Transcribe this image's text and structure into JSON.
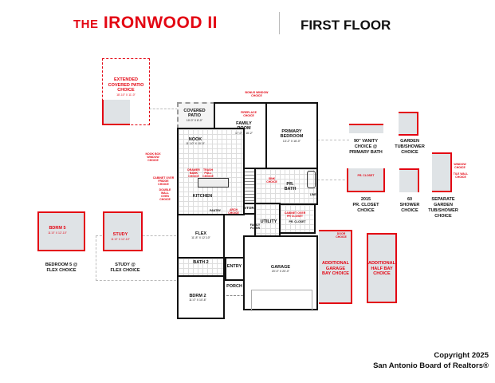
{
  "header": {
    "plan_name_prefix": "THE",
    "plan_name": "IRONWOOD II",
    "floor": "FIRST FLOOR"
  },
  "rooms": {
    "covered_patio": {
      "name": "COVERED\nPATIO",
      "dim": "10'-0\" X 8'-0\""
    },
    "family_room": {
      "name": "FAMILY\nROOM",
      "dim": "17'-0\" X 16'-2\""
    },
    "primary_bedroom": {
      "name": "PRIMARY\nBEDROOM",
      "dim": "13'-2\" X 16'-0\""
    },
    "nook": {
      "name": "NOOK",
      "dim": "11'-10\" X 10'-0\""
    },
    "kitchen": {
      "name": "KITCHEN"
    },
    "pr_bath": {
      "name": "PR.\nBATH"
    },
    "stor": {
      "name": "STOR."
    },
    "utility": {
      "name": "UTILITY"
    },
    "family_foyer": {
      "name": "FAMILY\nFOYER"
    },
    "pr_closet": {
      "name": "PR. CLOSET"
    },
    "pantry": {
      "name": "PANTRY"
    },
    "flex": {
      "name": "FLEX",
      "dim": "11'-8\" X 12'-10\""
    },
    "bath2": {
      "name": "BATH 2"
    },
    "bdrm2": {
      "name": "BDRM 2",
      "dim": "11'-0\" X 10'-6\""
    },
    "entry": {
      "name": "ENTRY"
    },
    "porch": {
      "name": "PORCH"
    },
    "garage": {
      "name": "GARAGE",
      "dim": "20'-0\" X 20'-0\""
    },
    "linen": {
      "name": "LINEN"
    }
  },
  "options": {
    "extended_patio": {
      "name": "EXTENDED\nCOVERED PATIO\nCHOICE",
      "dim": "18'-10\" X 11'-0\""
    },
    "bedroom5": {
      "name": "BDRM 5",
      "dim": "11'-8\" X 12'-10\"",
      "caption": "BEDROOM 5 @\nFLEX CHOICE"
    },
    "study": {
      "name": "STUDY",
      "dim": "11'-8\" X 12'-10\"",
      "caption": "STUDY @\nFLEX CHOICE"
    },
    "vanity": {
      "caption": "90\" VANITY\nCHOICE @\nPRIMARY BATH"
    },
    "garden_tub": {
      "caption": "GARDEN\nTUB/SHOWER\nCHOICE"
    },
    "pr_closet_2015": {
      "label": "PR. CLOSET",
      "caption": "2015\nPR. CLOSET\nCHOICE"
    },
    "shower60": {
      "caption": "60\nSHOWER\nCHOICE"
    },
    "separate_tub": {
      "caption": "SEPARATE\nGARDEN\nTUB/SHOWER\nCHOICE",
      "note1": "WINDOW\nCHOICE",
      "note2": "TILE WALL\nCHOICE"
    },
    "additional_garage": {
      "name": "ADDITIONAL\nGARAGE\nBAY CHOICE",
      "note": "DOOR\nCHOICE"
    },
    "half_bay": {
      "name": "ADDITIONAL\nHALF BAY\nCHOICE"
    }
  },
  "notes": {
    "bonus_window": "BONUS WINDOW\nCHOICE",
    "fireplace": "FIREPLACE\nCHOICE",
    "nook_window": "NOOK BOX\nWINDOW\nCHOICE",
    "drawer_bank": "DRAWER\nBANK\nCHOICE",
    "trash_pull": "TRASH\nPULL\nCHOICE",
    "cabinet_choice": "CABINET OVER\nFRIDGE\nCHOICE",
    "double_oven": "DOUBLE\nWALL\nOVEN\nCHOICE",
    "arch": "ARCH\nCHOICE",
    "sink": "SINK\nCHOICE",
    "cabinet_closet": "CABINET OVER\nPR CLOSET"
  },
  "copyright": {
    "line1": "Copyright 2025",
    "line2": "San Antonio Board of Realtors®"
  },
  "colors": {
    "accent": "#e30613",
    "wall": "#111111",
    "option_fill": "#dfe3e6"
  }
}
